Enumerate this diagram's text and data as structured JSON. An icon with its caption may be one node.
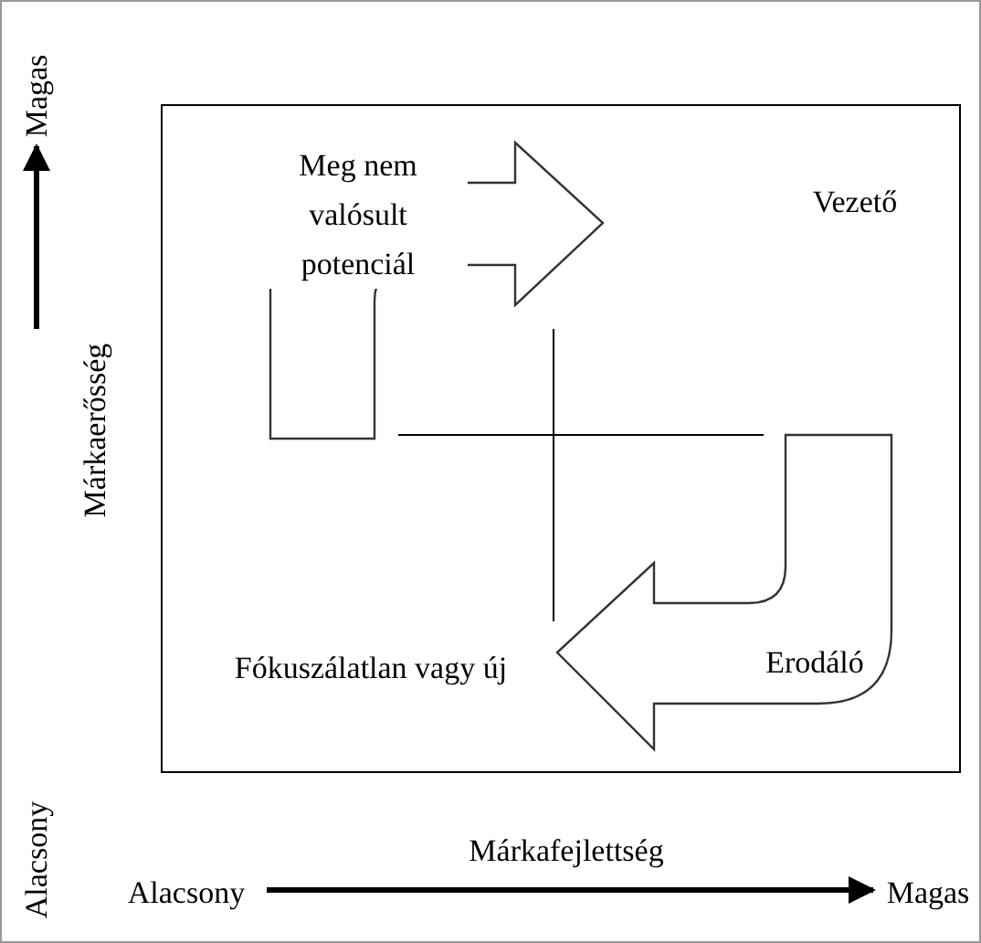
{
  "diagram": {
    "labels": [
      "Magas",
      "Meg nem valósult potenciál",
      "Vezető",
      "Márkaerősség",
      "Fókuszálatlan vagy új",
      "Erodáló",
      "Alacsony",
      "Márkafejlettség",
      "Alacsony",
      "Magas"
    ]
  }
}
